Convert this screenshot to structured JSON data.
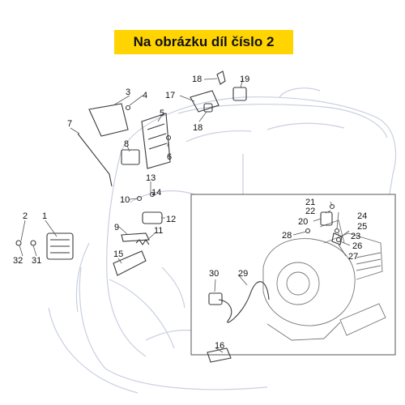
{
  "banner": {
    "text": "Na obrázku díl číslo 2",
    "bg": "#ffd400"
  },
  "colors": {
    "frame": "#c9cfe0",
    "part": "#3a3a3a",
    "leader": "#555555"
  },
  "callouts": [
    "1",
    "2",
    "3",
    "4",
    "5",
    "6",
    "7",
    "8",
    "9",
    "10",
    "11",
    "12",
    "13",
    "14",
    "15",
    "16",
    "17",
    "18",
    "18",
    "19",
    "20",
    "21",
    "22",
    "23",
    "24",
    "25",
    "26",
    "27",
    "28",
    "29",
    "30",
    "31",
    "32"
  ]
}
